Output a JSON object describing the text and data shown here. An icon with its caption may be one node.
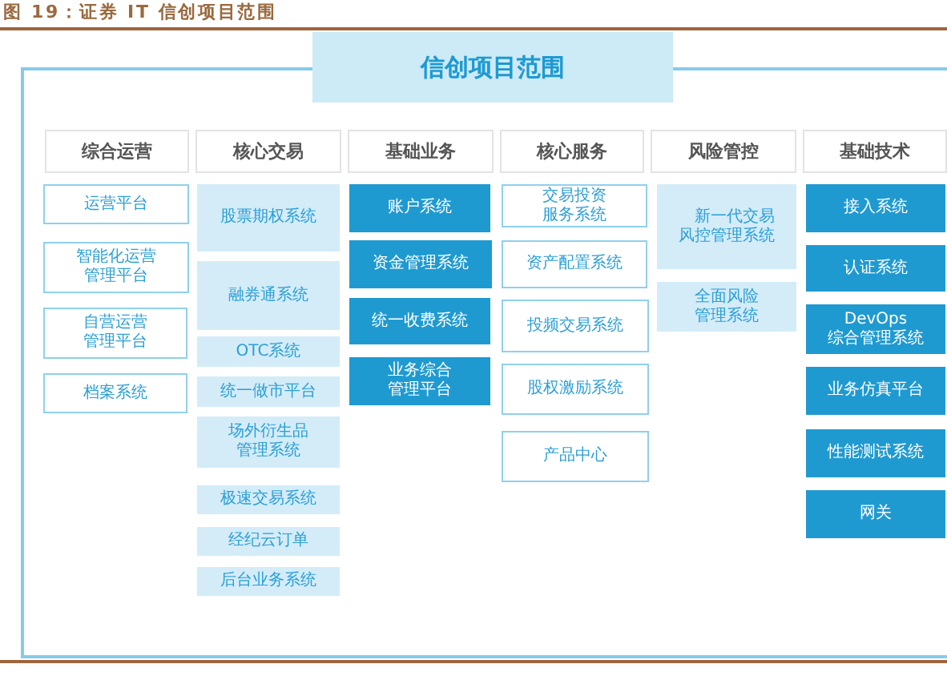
{
  "diagram": {
    "title": "图 19：证券 IT 信创项目范围",
    "nodes": [
      {
        "text": [
          "信创项目范围"
        ]
      },
      {
        "text": [
          "综合运营"
        ],
        "in": 0
      },
      {
        "text": [
          "核心交易"
        ],
        "in": 0
      },
      {
        "text": [
          "基础业务"
        ],
        "in": 0
      },
      {
        "text": [
          "核心服务"
        ],
        "in": 0
      },
      {
        "text": [
          "风险管控"
        ],
        "in": 0
      },
      {
        "text": [
          "基础技术"
        ],
        "in": 0
      },
      {
        "text": [
          "运营平台"
        ],
        "in": 0
      },
      {
        "text": [
          "智能化运营管理平台"
        ],
        "in": 0
      },
      {
        "text": [
          "自营运营管理平台"
        ],
        "in": 0
      },
      {
        "text": [
          "档案系统"
        ],
        "in": 0
      },
      {
        "text": [
          "股票期权系统"
        ],
        "in": 0
      },
      {
        "text": [
          "融券通系统"
        ],
        "in": 0
      },
      {
        "text": [
          "OTC系统"
        ],
        "in": 0
      },
      {
        "text": [
          "统一做市平台"
        ],
        "in": 0
      },
      {
        "text": [
          "场外衍生品管理系统"
        ],
        "in": 0
      },
      {
        "text": [
          "极速交易系统"
        ],
        "in": 0
      },
      {
        "text": [
          "经纪云订单"
        ],
        "in": 0
      },
      {
        "text": [
          "后台业务系统"
        ],
        "in": 0
      },
      {
        "text": [
          "账户系统"
        ],
        "in": 0
      },
      {
        "text": [
          "资金管理系统"
        ],
        "in": 0
      },
      {
        "text": [
          "统一收费系统"
        ],
        "in": 0
      },
      {
        "text": [
          "业务综合管理平台"
        ],
        "in": 0
      },
      {
        "text": [
          "交易投资服务系统"
        ],
        "in": 0
      },
      {
        "text": [
          "资产配置系统"
        ],
        "in": 0
      },
      {
        "text": [
          "投频交易系统"
        ],
        "in": 0
      },
      {
        "text": [
          "股权激励系统"
        ],
        "in": 0
      },
      {
        "text": [
          "产品中心"
        ],
        "in": 0
      },
      {
        "text": [
          "新一代交易风控管理系统"
        ],
        "in": 0
      },
      {
        "text": [
          "全面风险管理系统"
        ],
        "in": 0
      },
      {
        "text": [
          "接入系统"
        ],
        "in": 0
      },
      {
        "text": [
          "认证系统"
        ],
        "in": 0
      },
      {
        "text": [
          "DevOps 综合管理系统"
        ],
        "in": 0
      },
      {
        "text": [
          "业务仿真平台"
        ],
        "in": 0
      },
      {
        "text": [
          "性能测试系统"
        ],
        "in": 0
      },
      {
        "text": [
          "网关"
        ],
        "in": 0
      }
    ]
  }
}
